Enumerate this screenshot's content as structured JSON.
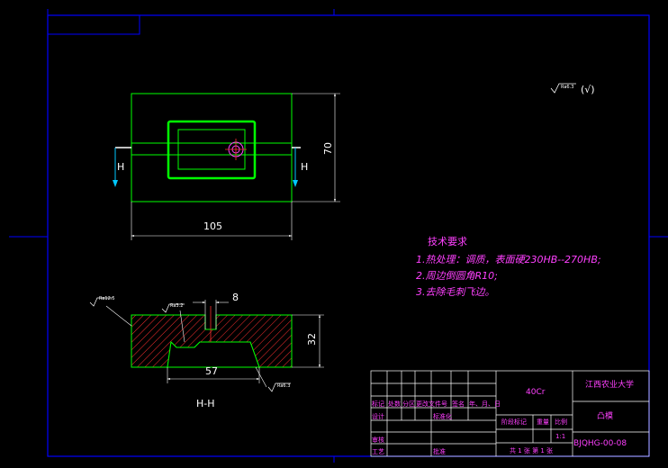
{
  "dimensions": {
    "width": "105",
    "height": "70",
    "slot_width": "8",
    "section_height": "32",
    "base_width": "57"
  },
  "section_markers": {
    "left": "H",
    "right": "H",
    "section_label": "H-H"
  },
  "roughness": {
    "top_right": "Ra6.3",
    "top_right_other": "(√)",
    "section_left": "Ra12.5",
    "section_top": "Ra3.2",
    "section_bottom": "Ra6.3"
  },
  "technical_requirements": {
    "title": "技术要求",
    "items": [
      "1.热处理：调质，表面硬230HB--270HB;",
      "2.周边倒圆角R10;",
      "3.去除毛刺飞边。"
    ]
  },
  "title_block": {
    "material": "40Cr",
    "school": "江西农业大学",
    "part_name": "凸模",
    "drawing_no": "BJQHG-00-08",
    "scale": "1:1",
    "scale_header": "比例",
    "weight_header": "重量",
    "stage_header": "阶段标记",
    "sheets": "共 1 张  第 1 张",
    "rev_headers": [
      "标记",
      "处数",
      "分区",
      "更改文件号",
      "签名",
      "年、月、日"
    ],
    "design": "设计",
    "standardize": "标准化",
    "review": "审核",
    "process": "工艺",
    "approve": "批准"
  },
  "colors": {
    "frame": "#0000ff",
    "outline": "#00ff00",
    "white": "#ffffff",
    "magenta": "#ff40ff",
    "hatch": "#ff3030",
    "cyan": "#00c8ff"
  }
}
